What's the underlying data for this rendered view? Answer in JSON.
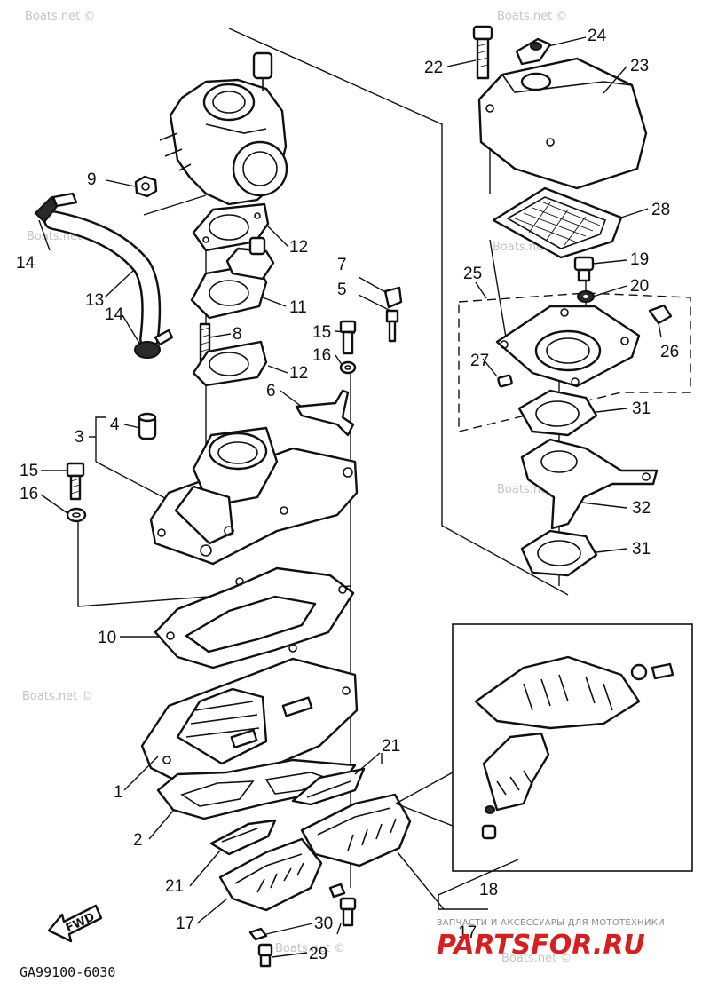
{
  "watermark": "Boats.net ©",
  "diagram_code": "GA99100-6030",
  "fwd_label": "FWD",
  "shop": {
    "tagline": "ЗАПЧАСТИ И АКСЕССУАРЫ ДЛЯ МОТОТЕХНИКИ",
    "logo_text": "PARTSFOR.RU"
  },
  "callouts": [
    {
      "id": "c1",
      "text": "1"
    },
    {
      "id": "c2",
      "text": "2"
    },
    {
      "id": "c3",
      "text": "3"
    },
    {
      "id": "c4",
      "text": "4"
    },
    {
      "id": "c5",
      "text": "5"
    },
    {
      "id": "c6",
      "text": "6"
    },
    {
      "id": "c7",
      "text": "7"
    },
    {
      "id": "c8",
      "text": "8"
    },
    {
      "id": "c9",
      "text": "9"
    },
    {
      "id": "c10",
      "text": "10"
    },
    {
      "id": "c11",
      "text": "11"
    },
    {
      "id": "c12a",
      "text": "12"
    },
    {
      "id": "c12b",
      "text": "12"
    },
    {
      "id": "c13",
      "text": "13"
    },
    {
      "id": "c14a",
      "text": "14"
    },
    {
      "id": "c14b",
      "text": "14"
    },
    {
      "id": "c15a",
      "text": "15"
    },
    {
      "id": "c15b",
      "text": "15"
    },
    {
      "id": "c16a",
      "text": "16"
    },
    {
      "id": "c16b",
      "text": "16"
    },
    {
      "id": "c17a",
      "text": "17"
    },
    {
      "id": "c17b",
      "text": "17"
    },
    {
      "id": "c18",
      "text": "18"
    },
    {
      "id": "c19",
      "text": "19"
    },
    {
      "id": "c20",
      "text": "20"
    },
    {
      "id": "c21a",
      "text": "21"
    },
    {
      "id": "c21b",
      "text": "21"
    },
    {
      "id": "c22",
      "text": "22"
    },
    {
      "id": "c23",
      "text": "23"
    },
    {
      "id": "c24",
      "text": "24"
    },
    {
      "id": "c25",
      "text": "25"
    },
    {
      "id": "c26",
      "text": "26"
    },
    {
      "id": "c27",
      "text": "27"
    },
    {
      "id": "c28",
      "text": "28"
    },
    {
      "id": "c29",
      "text": "29"
    },
    {
      "id": "c30",
      "text": "30"
    },
    {
      "id": "c31a",
      "text": "31"
    },
    {
      "id": "c31b",
      "text": "31"
    },
    {
      "id": "c32",
      "text": "32"
    }
  ]
}
